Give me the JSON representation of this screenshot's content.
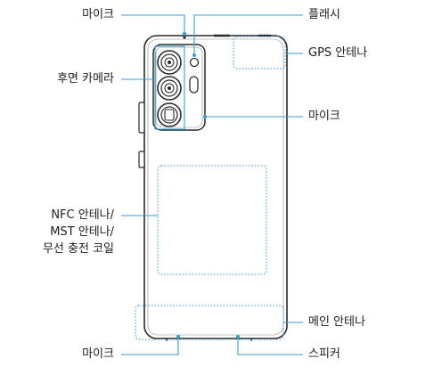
{
  "labels": {
    "mic_top": "마이크",
    "flash": "플래시",
    "gps_antenna": "GPS 안테나",
    "rear_camera": "후면 카메라",
    "mic_side": "마이크",
    "nfc_line1": "NFC 안테나/",
    "nfc_line2": "MST 안테나/",
    "nfc_line3": "무선 충전 코일",
    "main_antenna": "메인 안테나",
    "mic_bottom": "마이크",
    "speaker": "스피커"
  },
  "colors": {
    "leader": "#3aa0cf",
    "dotted": "#3aa0cf",
    "outline": "#2b2b2b",
    "text": "#1e1e1e"
  }
}
